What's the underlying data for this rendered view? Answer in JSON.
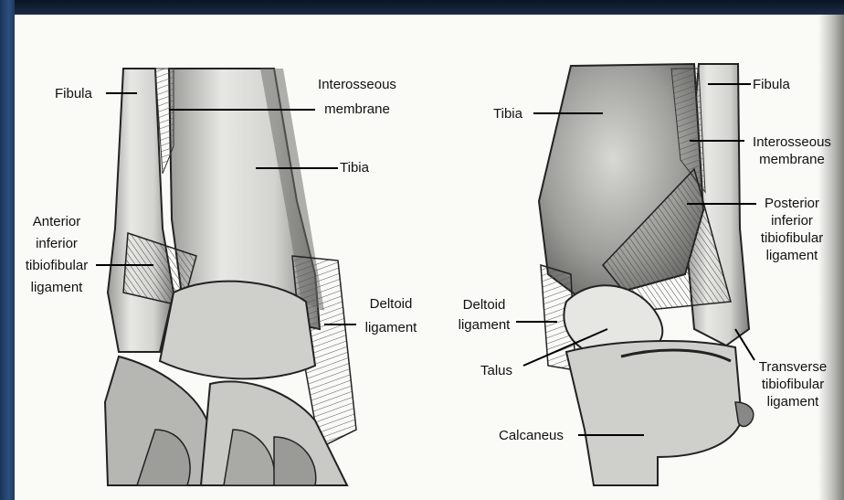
{
  "left_figure": {
    "labels": {
      "fibula": "Fibula",
      "interosseous_membrane_1": "Interosseous",
      "interosseous_membrane_2": "membrane",
      "tibia": "Tibia",
      "anterior_ligament_1": "Anterior",
      "anterior_ligament_2": "inferior",
      "anterior_ligament_3": "tibiofibular",
      "anterior_ligament_4": "ligament",
      "deltoid_1": "Deltoid",
      "deltoid_2": "ligament"
    }
  },
  "right_figure": {
    "labels": {
      "tibia": "Tibia",
      "fibula": "Fibula",
      "interosseous_membrane_1": "Interosseous",
      "interosseous_membrane_2": "membrane",
      "posterior_ligament_1": "Posterior",
      "posterior_ligament_2": "inferior",
      "posterior_ligament_3": "tibiofibular",
      "posterior_ligament_4": "ligament",
      "deltoid_1": "Deltoid",
      "deltoid_2": "ligament",
      "talus": "Talus",
      "transverse_1": "Transverse",
      "transverse_2": "tibiofibular",
      "transverse_3": "ligament",
      "calcaneus": "Calcaneus"
    }
  }
}
